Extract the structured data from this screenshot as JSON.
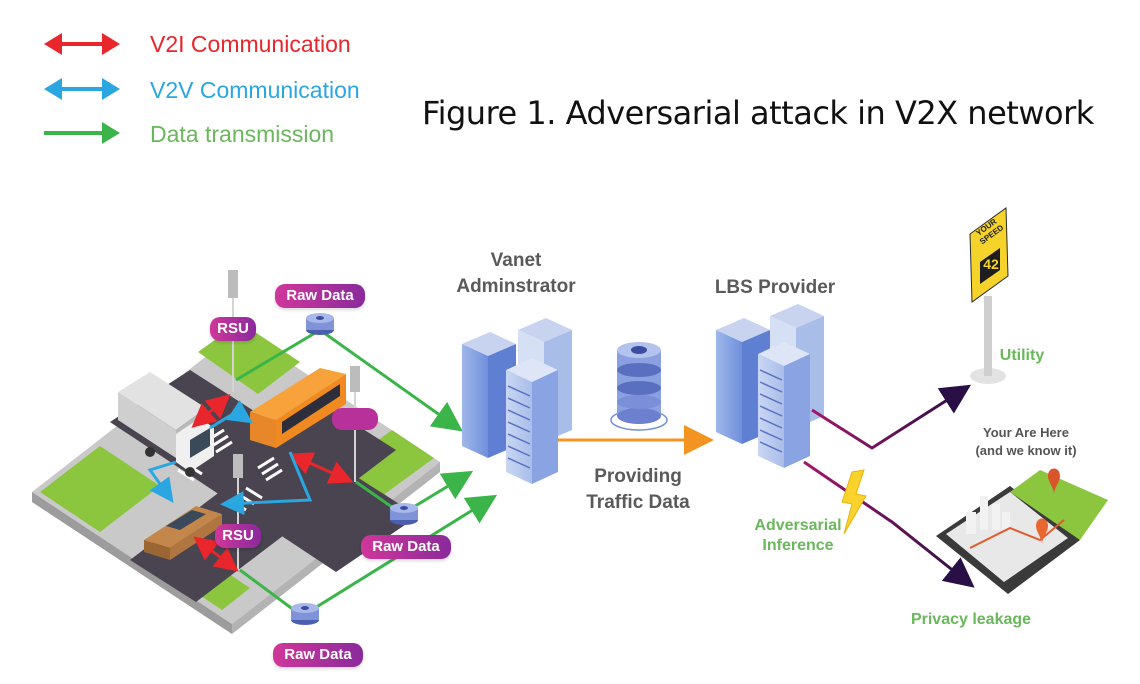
{
  "figure": {
    "title": "Figure 1. Adversarial attack in V2X network"
  },
  "legend": {
    "items": [
      {
        "label": "V2I Communication",
        "color": "#e8262c",
        "arrow": "double-headed"
      },
      {
        "label": "V2V Communication",
        "color": "#2aa7e0",
        "arrow": "double-headed"
      },
      {
        "label": "Data transmission",
        "color": "#3bb54a",
        "arrow": "single-headed"
      }
    ]
  },
  "scene": {
    "rsu_labels": [
      "RSU",
      "RSU"
    ],
    "raw_data_labels": [
      "Raw Data",
      "Raw Data",
      "Raw Data"
    ],
    "vehicles": [
      "truck",
      "bus",
      "car"
    ]
  },
  "nodes": {
    "vanet_admin": {
      "line1": "Vanet",
      "line2": "Adminstrator"
    },
    "lbs_provider": {
      "label": "LBS Provider"
    },
    "traffic_data": {
      "line1": "Providing",
      "line2": "Traffic Data"
    },
    "utility": {
      "label": "Utility"
    },
    "speed_sign": {
      "line1": "YOUR",
      "line2": "SPEED",
      "value": "42"
    },
    "you_are_here": {
      "line1": "Your Are Here",
      "line2": "(and we know it)"
    },
    "adversarial": {
      "line1": "Adversarial",
      "line2": "Inference"
    },
    "privacy": {
      "label": "Privacy leakage"
    }
  },
  "colors": {
    "v2i": "#e8262c",
    "v2v": "#2aa7e0",
    "data": "#3bb54a",
    "traffic": "#f39321",
    "lbs_out": "#a3176a",
    "green_text": "#6ab75c",
    "pill": "#b8319b"
  }
}
